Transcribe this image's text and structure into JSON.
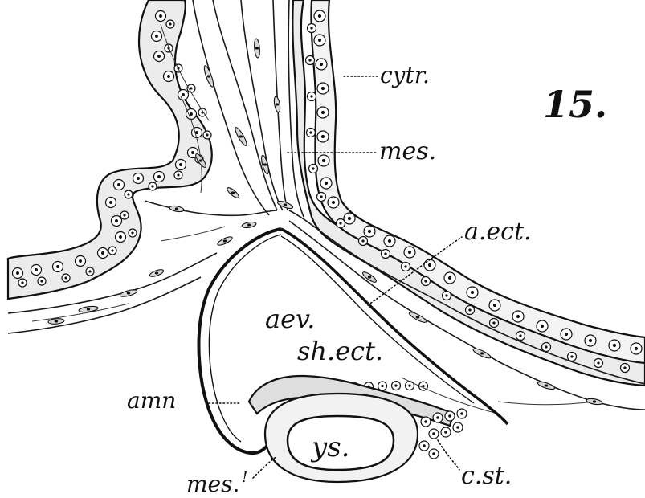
{
  "figure": {
    "number": "15."
  },
  "labels": {
    "cytr": "cytr.",
    "mes": "mes.",
    "aect": "a.ect.",
    "aev": "aev.",
    "shect": "sh.ect.",
    "amn": "amn",
    "ys": "ys.",
    "mes_prime": "mes.",
    "prime_mark": "!",
    "cst": "c.st."
  }
}
